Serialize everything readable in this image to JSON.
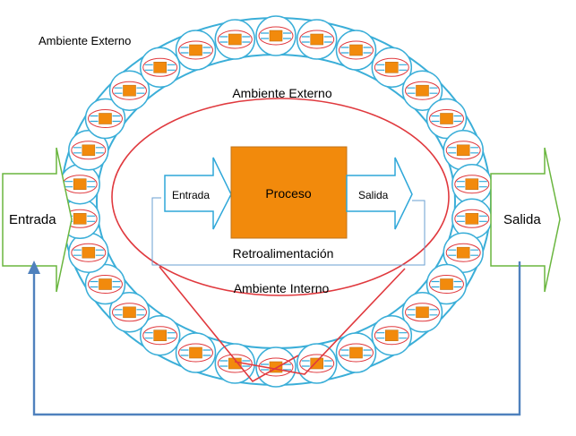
{
  "labels": {
    "outer_environment": "Ambiente Externo",
    "ring_environment": "Ambiente Externo",
    "input_outer": "Entrada",
    "output_outer": "Salida",
    "input_inner": "Entrada",
    "output_inner": "Salida",
    "process": "Proceso",
    "feedback": "Retroalimentación",
    "internal_environment": "Ambiente Interno"
  },
  "colors": {
    "ring": "#3aaed8",
    "internal_ellipse": "#e0393e",
    "process_box": "#f28a0c",
    "process_box_border": "#c0741c",
    "arrow_outline": "#6ab63f",
    "inner_arrow_outline": "#2ea7d9",
    "feedback_line_inner": "#6a9fd2",
    "feedback_line_outer": "#4f81bd",
    "mini_module": "#f28a0c",
    "text": "#000000"
  }
}
